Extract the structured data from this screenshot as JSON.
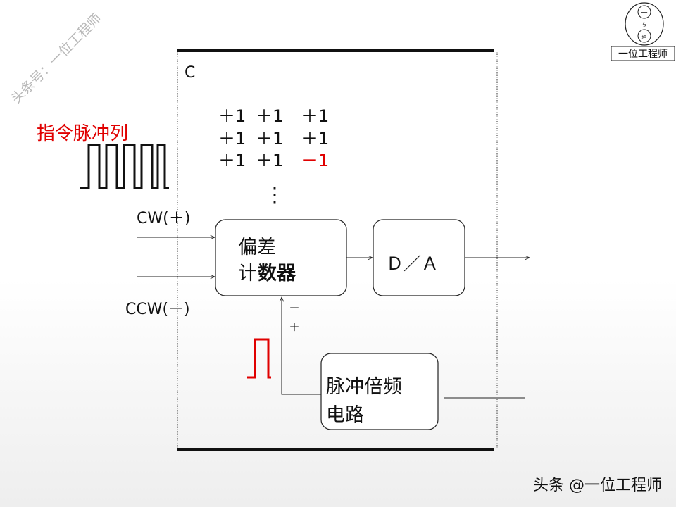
{
  "colors": {
    "accent": "#e00000",
    "text": "#111111",
    "line": "#222222"
  },
  "watermark_top_left": "头条号：一位工程师",
  "watermark_bottom_right": "头条 @一位工程师",
  "logo": {
    "caption": "一位工程师",
    "circle_top": "一",
    "circle_mid": "ら",
    "circle_bottom": "培"
  },
  "controller_label": "C",
  "pulse_train_label": "指令脉冲列",
  "cw_label": "CW(＋)",
  "ccw_label": "CCW(－)",
  "counts": {
    "row1": [
      "＋1",
      "＋1",
      "＋1"
    ],
    "row2": [
      "＋1",
      "＋1",
      "＋1"
    ],
    "row3": [
      "＋1",
      "＋1",
      "－1"
    ],
    "ellipsis": "⋮"
  },
  "counter_box": {
    "line1": "偏差",
    "line2a": "计",
    "line2b": "数器"
  },
  "da_box": {
    "label": "Ｄ／Ａ"
  },
  "multiplier_box": {
    "line1": "脉冲倍频",
    "line2": "电路"
  },
  "feedback_signs": {
    "minus": "－",
    "plus": "＋"
  }
}
